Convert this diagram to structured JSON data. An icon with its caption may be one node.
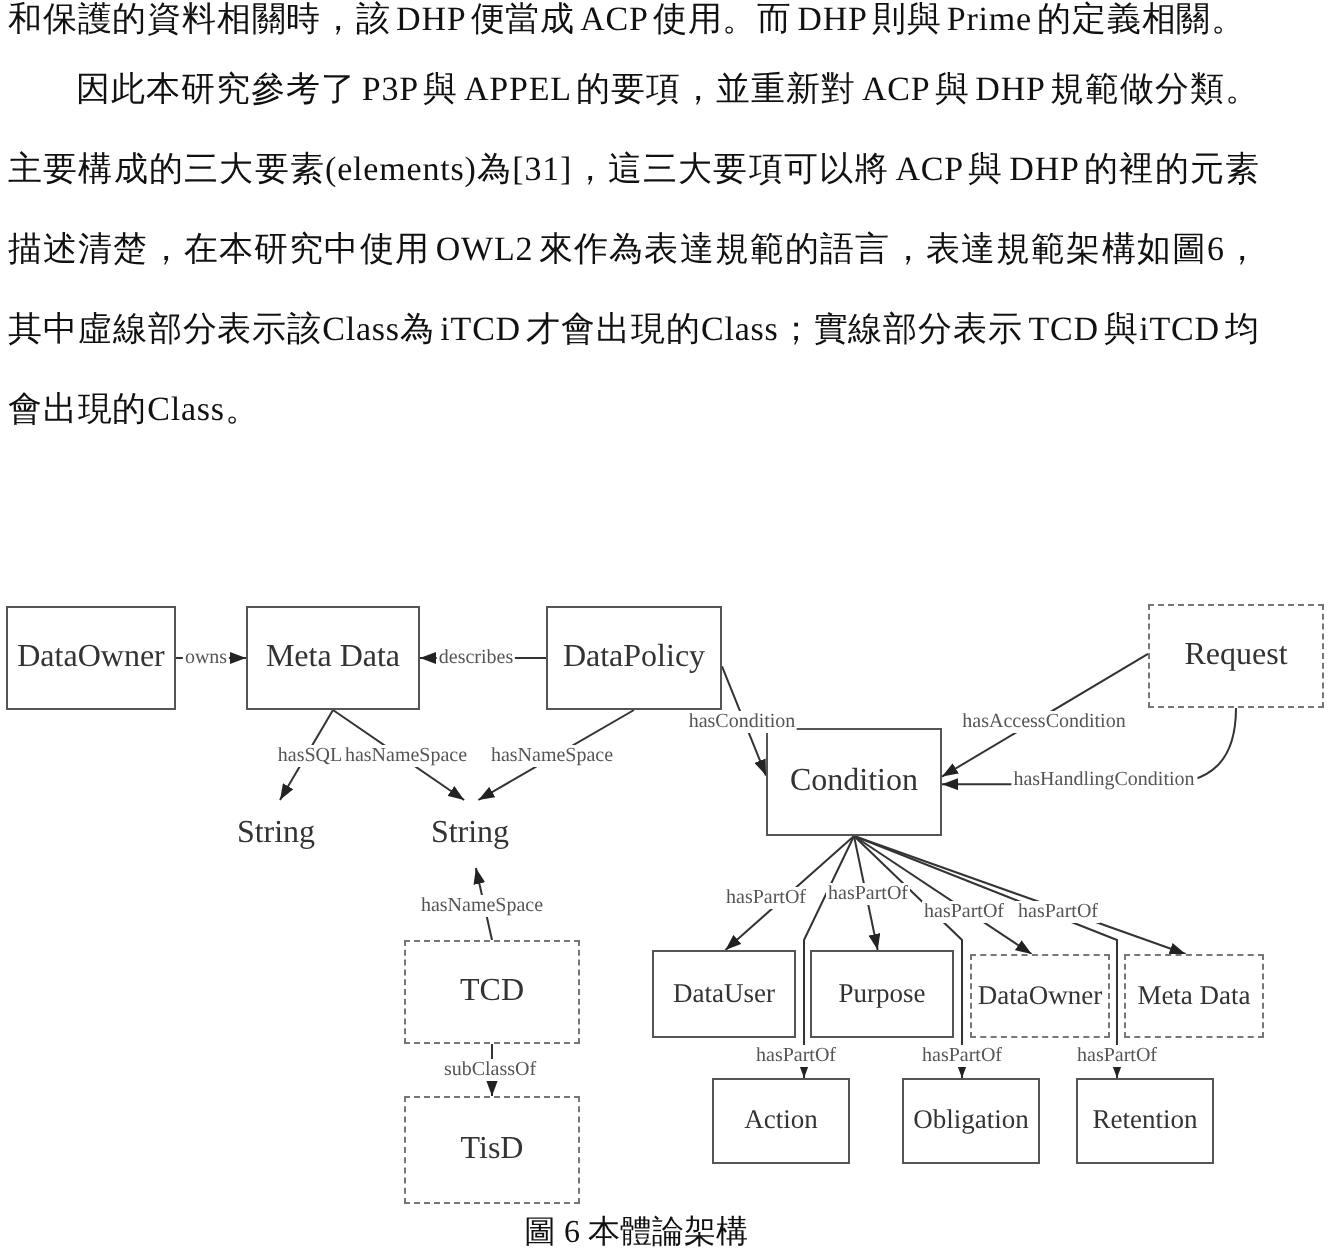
{
  "diagram": {
    "caption": "圖 6 本體論架構",
    "nodes": [
      {
        "text": [
          "DataOwner"
        ]
      },
      {
        "text": [
          "Meta Data"
        ]
      },
      {
        "text": [
          "DataPolicy"
        ]
      },
      {
        "text": [
          "Request"
        ]
      },
      {
        "text": [
          "Condition"
        ]
      },
      {
        "text": [
          "String"
        ]
      },
      {
        "text": [
          "String"
        ]
      },
      {
        "text": [
          "TCD"
        ]
      },
      {
        "text": [
          "DataUser"
        ]
      },
      {
        "text": [
          "Purpose"
        ]
      },
      {
        "text": [
          "DataOwner"
        ]
      },
      {
        "text": [
          "Meta Data"
        ]
      },
      {
        "text": [
          "TisD"
        ]
      },
      {
        "text": [
          "Action"
        ]
      },
      {
        "text": [
          "Obligation"
        ]
      },
      {
        "text": [
          "Retention"
        ]
      }
    ],
    "edges": [
      {
        "from": 0,
        "to": 1,
        "arrow": "to",
        "label": "owns"
      },
      {
        "from": 2,
        "to": 1,
        "arrow": "to",
        "label": "describes"
      },
      {
        "from": 1,
        "to": 5,
        "arrow": "to",
        "label": "hasSQL"
      },
      {
        "from": 1,
        "to": 6,
        "arrow": "to",
        "label": "hasNameSpace"
      },
      {
        "from": 2,
        "to": 6,
        "arrow": "to",
        "label": "hasNameSpace"
      },
      {
        "from": 7,
        "to": 6,
        "arrow": "to",
        "label": "hasNameSpace"
      },
      {
        "from": 7,
        "to": 12,
        "arrow": "to",
        "label": "subClassOf"
      },
      {
        "from": 2,
        "to": 4,
        "arrow": "to",
        "label": "hasCondition"
      },
      {
        "from": 3,
        "to": 4,
        "arrow": "to",
        "label": "hasAccessCondition"
      },
      {
        "from": 3,
        "to": 4,
        "arrow": "to",
        "label": "hasHandlingCondition"
      },
      {
        "from": 4,
        "to": 8,
        "arrow": "to",
        "label": "hasPartOf"
      },
      {
        "from": 4,
        "to": 9,
        "arrow": "to",
        "label": "hasPartOf"
      },
      {
        "from": 4,
        "to": 10,
        "arrow": "to",
        "label": "hasPartOf"
      },
      {
        "from": 4,
        "to": 11,
        "arrow": "to",
        "label": "hasPartOf"
      },
      {
        "from": 4,
        "to": 13,
        "arrow": "to",
        "label": "hasPartOf"
      },
      {
        "from": 4,
        "to": 14,
        "arrow": "to",
        "label": "hasPartOf"
      },
      {
        "from": 4,
        "to": 15,
        "arrow": "to",
        "label": "hasPartOf"
      }
    ],
    "labels": [
      "和保護的資料相關時，該 DHP 便當成 ACP 使用。而 DHP 則與 Prime 的定義相關。",
      "因此本研究參考了 P3P 與 APPEL 的要項，並重新對 ACP 與 DHP 規範做分類。主要構成的三大要素(elements)為[31]，這三大要項可以將 ACP 與 DHP 的裡的元素描述清楚，在本研究中使用 OWL2 來作為表達規範的語言，表達規範架構如圖6，其中虛線部分表示該Class為 iTCD 才會出現的Class；實線部分表示 TCD 與iTCD 均會出現的Class。"
    ]
  }
}
